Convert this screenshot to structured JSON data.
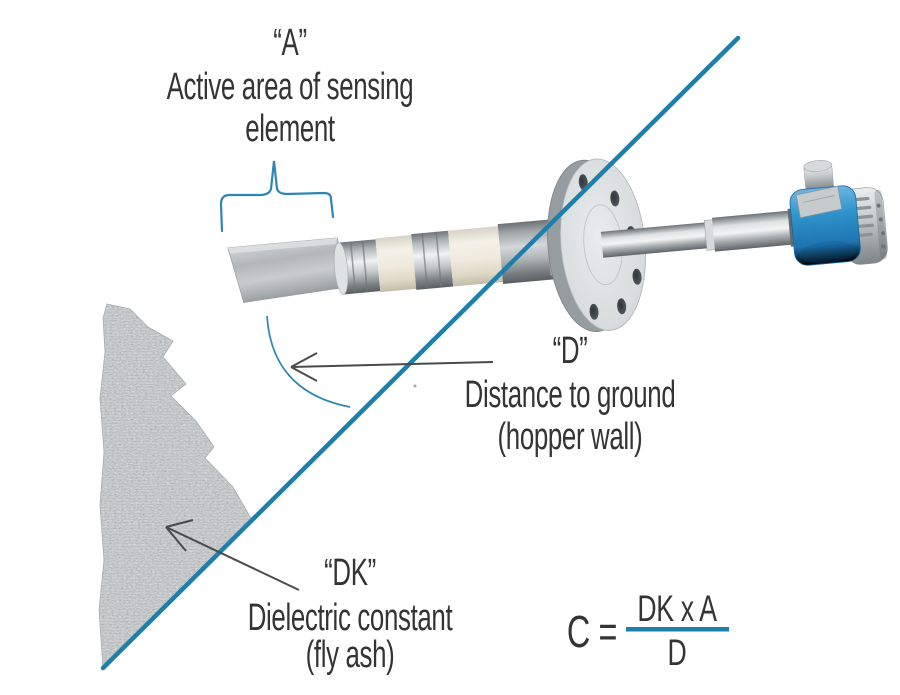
{
  "diagram": {
    "annotation_a": {
      "symbol": "“A”",
      "line1": "Active area of sensing",
      "line2": "element"
    },
    "annotation_d": {
      "symbol": "“D”",
      "line1": "Distance to ground",
      "line2": "(hopper wall)"
    },
    "annotation_dk": {
      "symbol": "“DK”",
      "line1": "Dielectric constant",
      "line2": "(fly ash)"
    },
    "formula": {
      "lhs": "C =",
      "numerator": "DK x A",
      "denominator": "D"
    },
    "colors": {
      "hopper_wall_line": "#1d80ab",
      "annotation_blue": "#2e86b5",
      "formula_bar": "#1d80ab",
      "arrow_gray": "#4a4a4a",
      "text": "#343434",
      "transmitter_housing_blue": "#2f93cc",
      "ceramic_insulator": "#efeadd",
      "fly_ash_gray": "#ccd0d3"
    }
  }
}
